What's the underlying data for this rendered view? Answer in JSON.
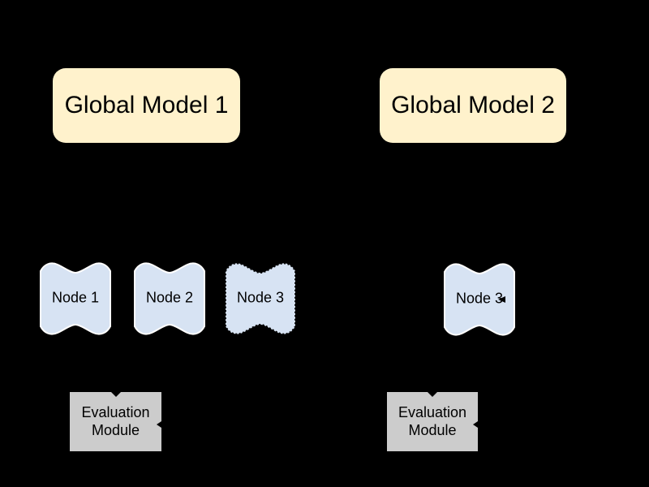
{
  "canvas": {
    "background": "#000000"
  },
  "colors": {
    "global_model_fill": "#FFF2CC",
    "node_fill": "#D7E3F3",
    "node_border_solid": "#FFFFFF",
    "node_border_dotted": "#000000",
    "evaluation_module_fill": "#CCCCCC",
    "text": "#000000"
  },
  "global_models": [
    {
      "label": "Global Model 1"
    },
    {
      "label": "Global Model 2"
    }
  ],
  "nodes": [
    {
      "label": "Node 1",
      "border_style": "solid"
    },
    {
      "label": "Node 2",
      "border_style": "solid"
    },
    {
      "label": "Node 3",
      "border_style": "dotted"
    },
    {
      "label": "Node 3",
      "border_style": "solid"
    }
  ],
  "evaluation_modules": [
    {
      "label": "Evaluation Module"
    },
    {
      "label": "Evaluation Module"
    }
  ]
}
